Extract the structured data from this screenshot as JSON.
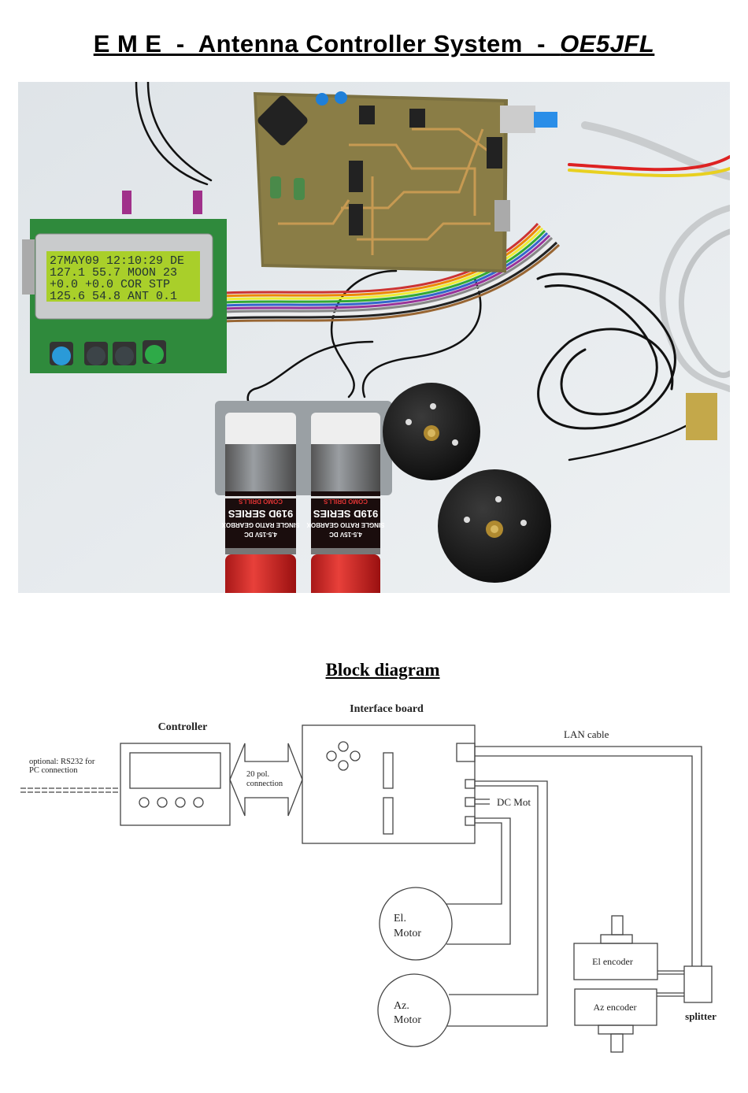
{
  "header": {
    "title_main": "E M E  -  Antenna Controller System  -  ",
    "title_call": "OE5JFL"
  },
  "photo": {
    "lcd_lines": [
      "27MAY09  12:10:29 DE",
      "127.1  55.7 MOON  23",
      " +0.0  +0.0 COR  STP",
      "125.6  54.8 ANT  0.1"
    ],
    "motor_label": {
      "voltage": "4.5-15V DC",
      "gearbox": "SINGLE RATIO GEARBOX",
      "series": "919D SERIES",
      "brand": "COMO DRILLS"
    },
    "colors": {
      "lcd": "#a9cf2a",
      "pcb_controller": "#2f8a3c",
      "pcb_interface": "#7b7040",
      "motor_red": "#d62a2a",
      "background": "#e7ebee"
    }
  },
  "diagram": {
    "title": "Block diagram",
    "controller_label": "Controller",
    "interface_label": "Interface board",
    "rs232_line1": "optional: RS232 for",
    "rs232_line2": "PC connection",
    "connection_line1": "20 pol.",
    "connection_line2": "connection",
    "lan_label": "LAN cable",
    "dcmot_label": "DC Mot",
    "el_motor_line1": "El.",
    "el_motor_line2": "Motor",
    "az_motor_line1": "Az.",
    "az_motor_line2": "Motor",
    "el_encoder": "El encoder",
    "az_encoder": "Az encoder",
    "splitter": "splitter"
  }
}
